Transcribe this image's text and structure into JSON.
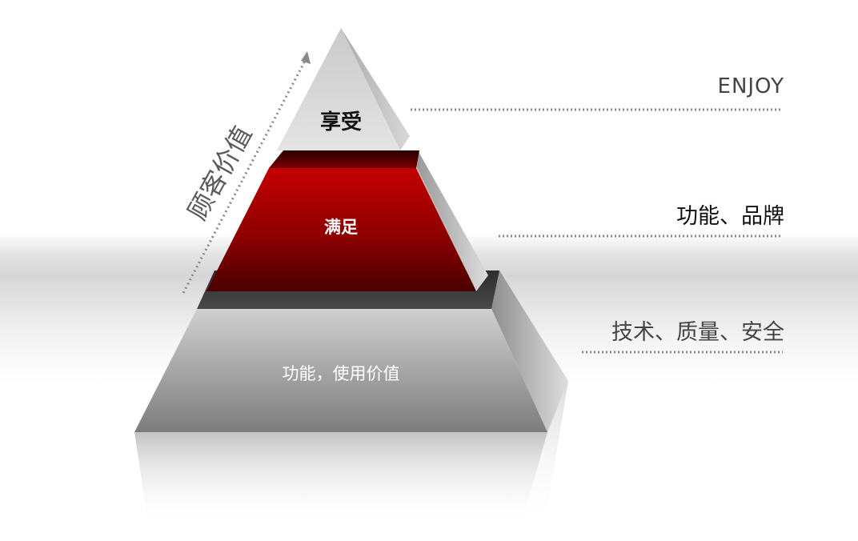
{
  "pyramid": {
    "levels": [
      {
        "label": "享受",
        "color": "#d2d2d2"
      },
      {
        "label": "满足",
        "color": "#b80000"
      },
      {
        "label": "功能，使用价值",
        "color": "#a8a8a8"
      }
    ],
    "axis_label": "顾客价值"
  },
  "side_labels": [
    {
      "text": "ENJOY"
    },
    {
      "text": "功能、品牌"
    },
    {
      "text": "技术、质量、安全"
    }
  ],
  "icons": {
    "axis_arrow": "arrow-up-right-icon"
  }
}
